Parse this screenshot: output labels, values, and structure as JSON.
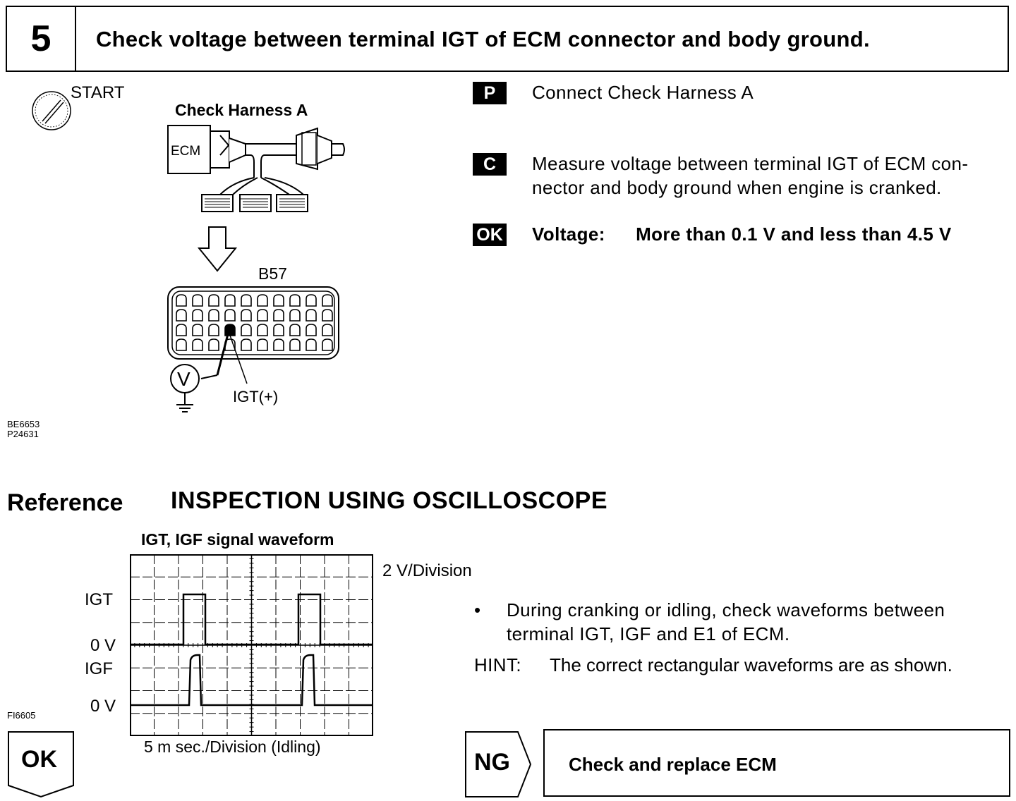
{
  "step": {
    "number": "5",
    "title": "Check voltage between terminal IGT of ECM connector and body ground."
  },
  "diagram": {
    "start_label": "START",
    "harness_label": "Check Harness A",
    "ecm_label": "ECM",
    "connector_label": "B57",
    "terminal_label": "IGT(+)",
    "meter_label": "V",
    "codes": [
      "BE6653",
      "P24631"
    ]
  },
  "instructions": [
    {
      "badge": "P",
      "text": "Connect Check Harness A"
    },
    {
      "badge": "C",
      "lines": [
        "Measure voltage between terminal IGT of ECM con-",
        "nector and body ground when engine is cranked."
      ]
    },
    {
      "badge": "OK",
      "label": "Voltage:",
      "value": "More than 0.1 V and less than 4.5 V"
    }
  ],
  "reference": {
    "label": "Reference",
    "title": "INSPECTION USING OSCILLOSCOPE",
    "scope": {
      "title": "IGT, IGF signal waveform",
      "vdiv": "2 V/Division",
      "igt_label": "IGT",
      "igf_label": "IGF",
      "zero1": "0 V",
      "zero2": "0 V",
      "tdiv": "5 m sec./Division (Idling)",
      "code": "FI6605"
    },
    "bullet": [
      "During cranking or idling, check waveforms between",
      "terminal IGT, IGF and E1 of ECM."
    ],
    "hint_label": "HINT:",
    "hint_text": "The correct rectangular waveforms are as shown."
  },
  "result": {
    "ok": "OK",
    "ng": "NG",
    "ng_action": "Check and replace ECM"
  }
}
